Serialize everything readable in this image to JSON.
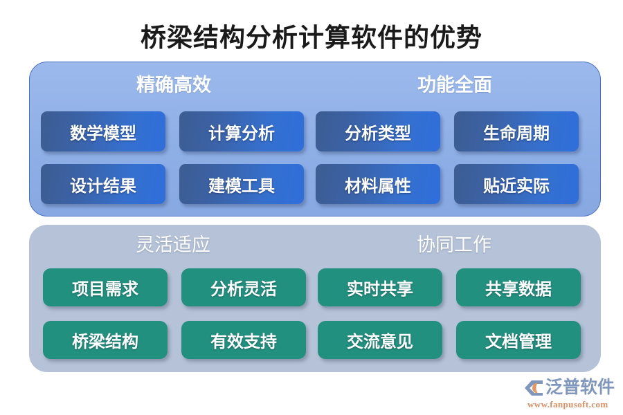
{
  "title": "桥梁结构分析计算软件的优势",
  "colors": {
    "panel_blue_bg": "#8eafe6",
    "panel_blue_border": "#4a6fc4",
    "panel_gray_bg": "#b5c2d8",
    "chip_blue_from": "#3d5d92",
    "chip_blue_to": "#2f6edb",
    "chip_green": "#22907f",
    "title_text": "#1a1a1a",
    "header_text": "#ffffff",
    "logo_name": "#7f96bd",
    "logo_url": "#d98f63"
  },
  "panels": [
    {
      "id": "panel-blue",
      "style": "blue",
      "columns": [
        {
          "header": "精确高效",
          "items": [
            "数学模型",
            "计算分析",
            "设计结果",
            "建模工具"
          ]
        },
        {
          "header": "功能全面",
          "items": [
            "分析类型",
            "生命周期",
            "材料属性",
            "贴近实际"
          ]
        }
      ]
    },
    {
      "id": "panel-gray",
      "style": "gray",
      "columns": [
        {
          "header": "灵活适应",
          "items": [
            "项目需求",
            "分析灵活",
            "桥梁结构",
            "有效支持"
          ]
        },
        {
          "header": "协同工作",
          "items": [
            "实时共享",
            "共享数据",
            "交流意见",
            "文档管理"
          ]
        }
      ]
    }
  ],
  "logo": {
    "mark_icon": "fanpu-swoosh-logo-icon",
    "name": "泛普软件",
    "url": "www.fanpusoft.com"
  }
}
